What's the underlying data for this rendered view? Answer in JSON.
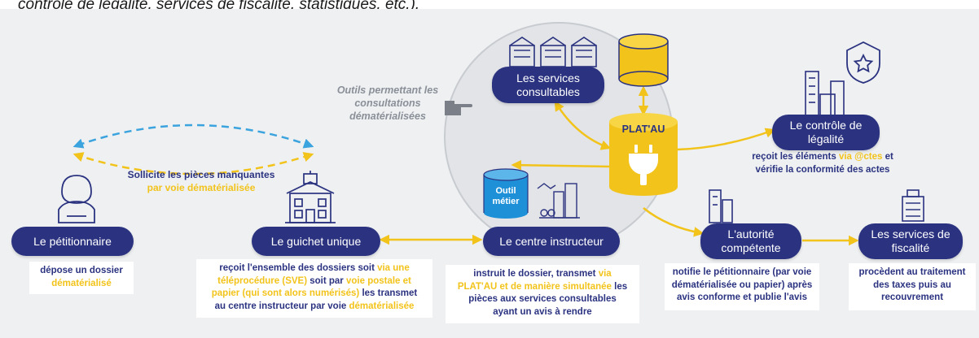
{
  "caption": "contrôle de légalité, services de fiscalité, statistiques, etc.).",
  "tools_note": [
    "Outils permettant les",
    "consultations",
    "dématérialisées"
  ],
  "requests": {
    "line1": "Sollicite  les pièces manquantes",
    "line2": "par voie dématérialisée"
  },
  "actors": {
    "petitionnaire": "Le pétitionnaire",
    "guichet": "Le guichet unique",
    "centre": "Le centre instructeur",
    "services_consultables": [
      "Les services",
      "consultables"
    ],
    "plat_au": "PLAT'AU",
    "outil_metier": [
      "Outil",
      "métier"
    ],
    "controle": [
      "Le contrôle de",
      "légalité"
    ],
    "autorite": [
      "L'autorité",
      "compétente"
    ],
    "fiscalite": [
      "Les services de",
      "fiscalité"
    ]
  },
  "descriptions": {
    "petitionnaire": [
      [
        {
          "t": "dépose un dossier",
          "y": false
        }
      ],
      [
        {
          "t": "dématérialisé",
          "y": true
        }
      ]
    ],
    "guichet": [
      [
        {
          "t": "reçoit l'ensemble des dossiers soit ",
          "y": false
        },
        {
          "t": " via une",
          "y": true
        }
      ],
      [
        {
          "t": "téléprocédure (SVE) ",
          "y": true
        },
        {
          "t": "soit par ",
          "y": false
        },
        {
          "t": "voie postale et",
          "y": true
        }
      ],
      [
        {
          "t": "papier (qui sont alors numérisés) ",
          "y": true
        },
        {
          "t": " les transmet",
          "y": false
        }
      ],
      [
        {
          "t": "au centre instructeur par voie ",
          "y": false
        },
        {
          "t": "dématérialisée",
          "y": true
        }
      ]
    ],
    "centre": [
      [
        {
          "t": "instruit le dossier, transmet ",
          "y": false
        },
        {
          "t": "via",
          "y": true
        }
      ],
      [
        {
          "t": "PLAT'AU et de manière simultanée ",
          "y": true
        },
        {
          "t": "les",
          "y": false
        }
      ],
      [
        {
          "t": "pièces aux services consultables",
          "y": false
        }
      ],
      [
        {
          "t": "ayant un avis à rendre",
          "y": false
        }
      ]
    ],
    "controle": [
      [
        {
          "t": "reçoit les éléments ",
          "y": false
        },
        {
          "t": "via @ctes ",
          "y": true
        },
        {
          "t": "et",
          "y": false
        }
      ],
      [
        {
          "t": "vérifie la conformité des actes",
          "y": false
        }
      ]
    ],
    "autorite": [
      [
        {
          "t": "notifie le pétitionnaire (par voie",
          "y": false
        }
      ],
      [
        {
          "t": "dématérialisée ou papier) après",
          "y": false
        }
      ],
      [
        {
          "t": "avis conforme et publie l'avis",
          "y": false
        }
      ]
    ],
    "fiscalite": [
      [
        {
          "t": "procèdent au traitement",
          "y": false
        }
      ],
      [
        {
          "t": "des taxes puis au",
          "y": false
        }
      ],
      [
        {
          "t": "recouvrement",
          "y": false
        }
      ]
    ]
  },
  "colors": {
    "navy": "#2b3380",
    "yellow": "#f2c31a",
    "blue_dash": "#3ba3dd",
    "panel": "#eef0f2"
  },
  "icons": [
    "person-icon",
    "town-hall-icon",
    "buildings-icon",
    "database-icon",
    "police-badge-icon",
    "tower-icon",
    "office-icon",
    "pointing-hand-icon",
    "plug-icon"
  ]
}
